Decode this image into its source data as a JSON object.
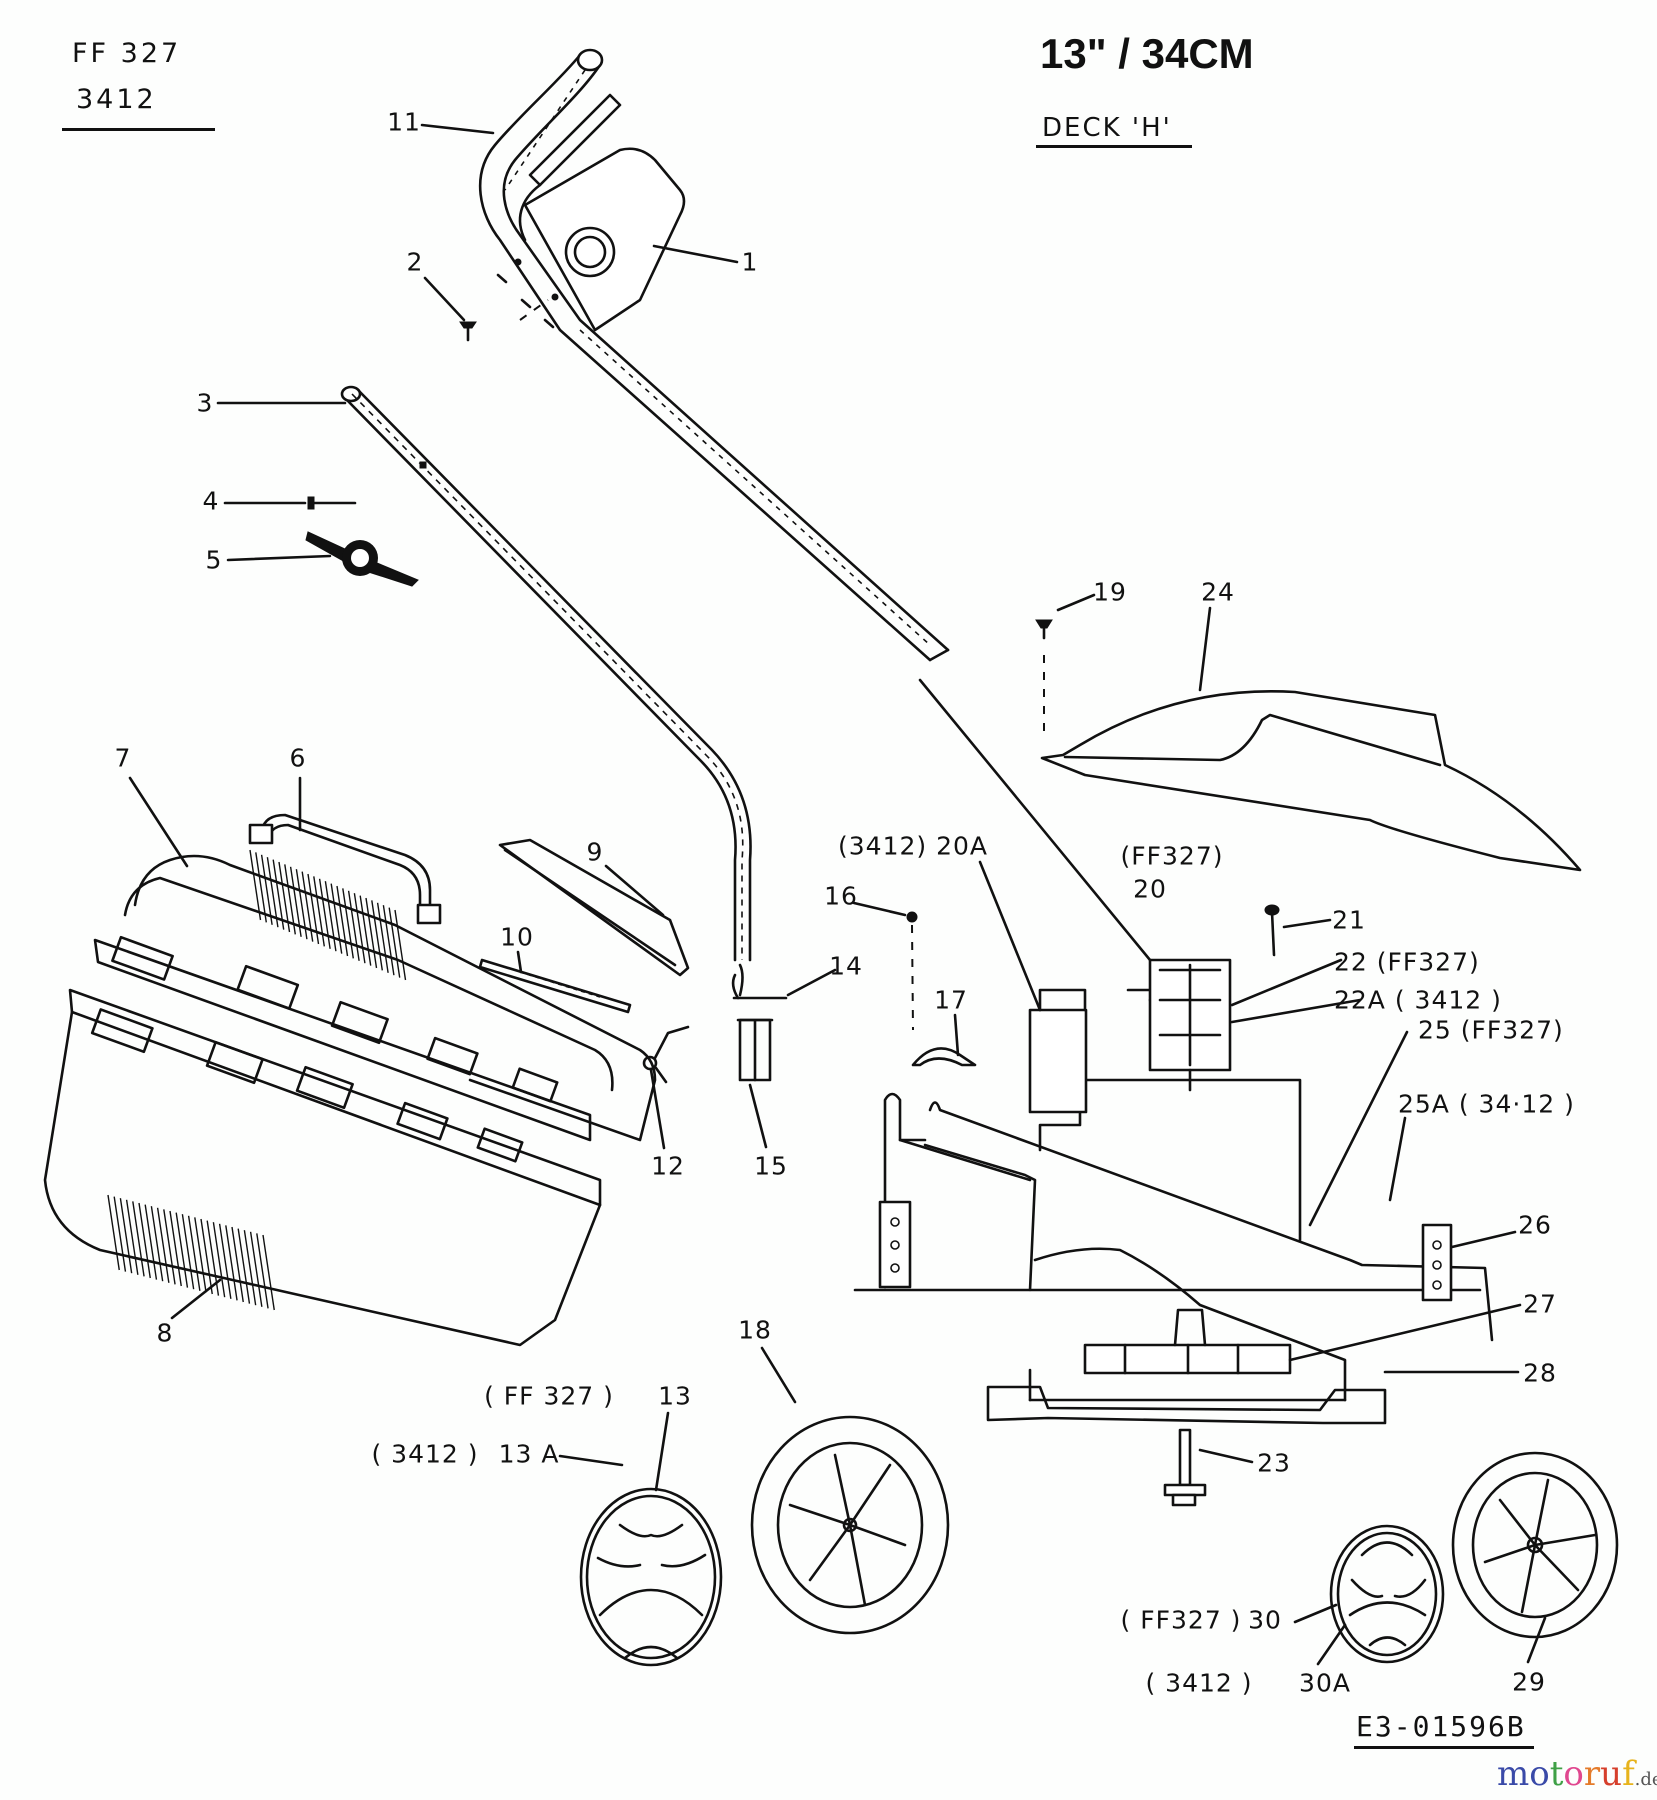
{
  "header": {
    "models": [
      "FF 327",
      "3412"
    ],
    "size": "13\"  / 34CM",
    "deck": "DECK 'H'"
  },
  "diagram": {
    "title": "Lawn mower exploded parts diagram",
    "reference": "E3-01596B",
    "brand": {
      "name": "motoruf",
      "tld": ".de",
      "letter_colors": [
        "#3a4aa8",
        "#3a4aa8",
        "#3fa046",
        "#e0478f",
        "#e47b2a",
        "#d63f2c",
        "#e7b31c"
      ]
    },
    "callouts": [
      {
        "id": "11",
        "text": "11"
      },
      {
        "id": "1",
        "text": "1"
      },
      {
        "id": "2",
        "text": "2"
      },
      {
        "id": "3",
        "text": "3"
      },
      {
        "id": "4",
        "text": "4"
      },
      {
        "id": "5",
        "text": "5"
      },
      {
        "id": "7",
        "text": "7"
      },
      {
        "id": "6",
        "text": "6"
      },
      {
        "id": "9",
        "text": "9"
      },
      {
        "id": "10",
        "text": "10"
      },
      {
        "id": "12",
        "text": "12"
      },
      {
        "id": "15",
        "text": "15"
      },
      {
        "id": "14",
        "text": "14"
      },
      {
        "id": "8",
        "text": "8"
      },
      {
        "id": "20A",
        "text": "(3412)  20A"
      },
      {
        "id": "20-model",
        "text": "(FF327)"
      },
      {
        "id": "20",
        "text": "20"
      },
      {
        "id": "16",
        "text": "16"
      },
      {
        "id": "17",
        "text": "17"
      },
      {
        "id": "21",
        "text": "21"
      },
      {
        "id": "22",
        "text": "22  (FF327)"
      },
      {
        "id": "22A",
        "text": "22A  ( 3412 )"
      },
      {
        "id": "25",
        "text": "25  (FF327)"
      },
      {
        "id": "25A",
        "text": "25A  ( 34·12 )"
      },
      {
        "id": "26",
        "text": "26"
      },
      {
        "id": "19",
        "text": "19"
      },
      {
        "id": "24",
        "text": "24"
      },
      {
        "id": "27",
        "text": "27"
      },
      {
        "id": "28",
        "text": "28"
      },
      {
        "id": "23",
        "text": "23"
      },
      {
        "id": "18",
        "text": "18"
      },
      {
        "id": "13-model",
        "text": "( FF 327 )"
      },
      {
        "id": "13",
        "text": "13"
      },
      {
        "id": "13A-model",
        "text": "( 3412 )"
      },
      {
        "id": "13A",
        "text": "13 A"
      },
      {
        "id": "30-model",
        "text": "( FF327 )"
      },
      {
        "id": "30",
        "text": "30"
      },
      {
        "id": "30A-model",
        "text": "( 3412 )"
      },
      {
        "id": "30A",
        "text": "30A"
      },
      {
        "id": "29",
        "text": "29"
      }
    ]
  }
}
